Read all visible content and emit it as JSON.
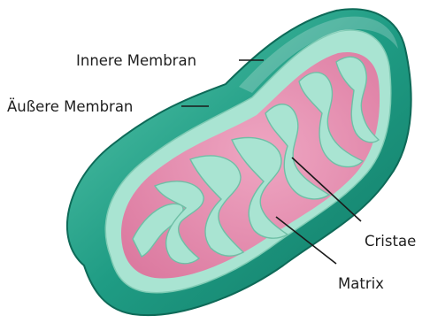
{
  "labels": {
    "inner_membrane": "Innere Membran",
    "outer_membrane": "Äußere Membran",
    "cristae": "Cristae",
    "matrix": "Matrix"
  },
  "colors": {
    "outer_shell": "#1f9c84",
    "outer_shell_dark": "#117a66",
    "outer_shell_light": "#5cc9ae",
    "inner_membrane": "#a9e4d2",
    "matrix": "#dc7aa0",
    "matrix_light": "#eea6c2"
  }
}
